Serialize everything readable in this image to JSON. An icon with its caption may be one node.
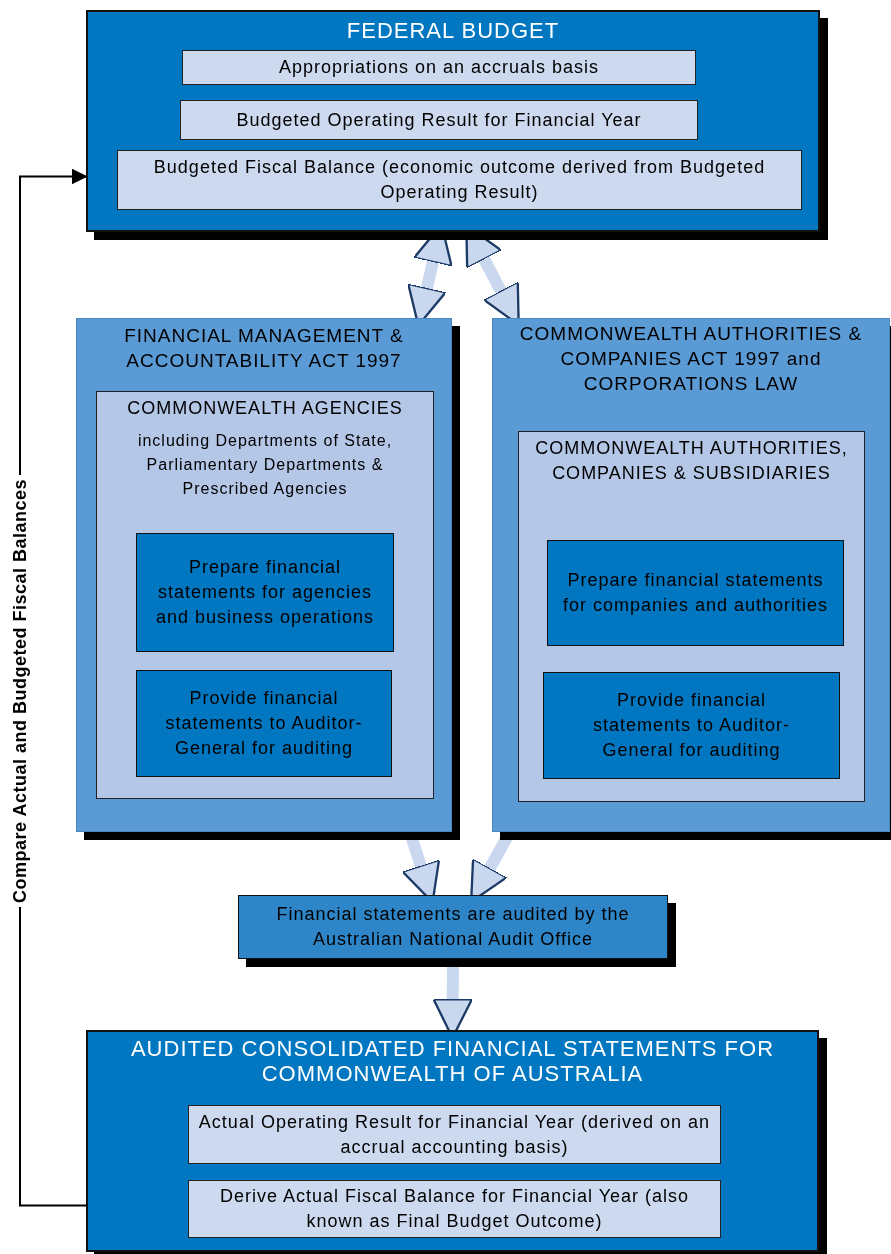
{
  "diagram": {
    "nodes": [
      {
        "text": [
          "FEDERAL BUDGET"
        ]
      },
      {
        "text": [
          "Appropriations on an accruals basis"
        ],
        "in": 0
      },
      {
        "text": [
          "Budgeted Operating Result for Financial Year"
        ],
        "in": 0
      },
      {
        "text": [
          "Budgeted Fiscal Balance (economic outcome derived from Budgeted Operating Result)"
        ],
        "in": 0
      },
      {
        "text": [
          "FINANCIAL MANAGEMENT & ACCOUNTABILITY ACT 1997"
        ]
      },
      {
        "text": [
          "COMMONWEALTH AGENCIES",
          "including Departments of State, Parliamentary Departments & Prescribed Agencies"
        ],
        "in": 4
      },
      {
        "text": [
          "Prepare financial statements for agencies and business operations"
        ],
        "in": 5
      },
      {
        "text": [
          "Provide financial statements to Auditor-General for auditing"
        ],
        "in": 5
      },
      {
        "text": [
          "COMMONWEALTH AUTHORITIES & COMPANIES ACT 1997 and CORPORATIONS LAW"
        ]
      },
      {
        "text": [
          "COMMONWEALTH AUTHORITIES, COMPANIES & SUBSIDIARIES"
        ],
        "in": 8
      },
      {
        "text": [
          "Prepare financial statements for companies and authorities"
        ],
        "in": 9
      },
      {
        "text": [
          "Provide financial statements to Auditor-General for auditing"
        ],
        "in": 9
      },
      {
        "text": [
          "Financial statements are audited by the Australian National Audit Office"
        ]
      },
      {
        "text": [
          "AUDITED CONSOLIDATED FINANCIAL STATEMENTS FOR COMMONWEALTH OF AUSTRALIA"
        ]
      },
      {
        "text": [
          "Actual Operating Result for Financial Year (derived on an accrual accounting basis)"
        ],
        "in": 13
      },
      {
        "text": [
          "Derive Actual Fiscal Balance for Financial Year (also known as Final Budget Outcome)"
        ],
        "in": 13
      }
    ],
    "edges": [
      {
        "from": 0,
        "to": 4,
        "arrow": "both"
      },
      {
        "from": 0,
        "to": 8,
        "arrow": "both"
      },
      {
        "from": 4,
        "to": 12,
        "arrow": "to"
      },
      {
        "from": 8,
        "to": 12,
        "arrow": "to"
      },
      {
        "from": 12,
        "to": 13,
        "arrow": "to"
      },
      {
        "from": 13,
        "to": 0,
        "arrow": "to",
        "label": "Compare Actual and Budgeted Fiscal Balances",
        "color": "#000000"
      }
    ]
  }
}
